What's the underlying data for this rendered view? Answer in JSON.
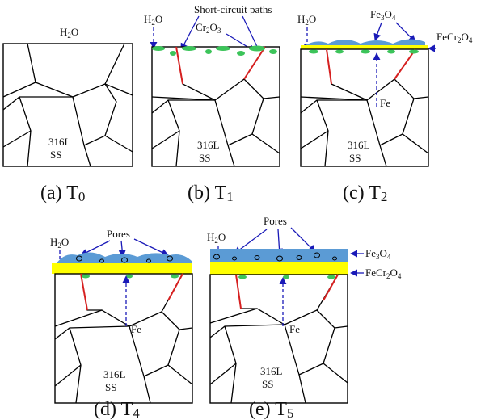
{
  "colors": {
    "chromite_film": "#ffff00",
    "magnetite_layer": "#5b9bd5",
    "cr2o3_nodules": "#3cc45a",
    "short_circuit_path": "#d62020",
    "arrows": "#1a1ab8"
  },
  "panels": [
    {
      "id": "a",
      "letter": "(a)",
      "time": "T",
      "sub": "0",
      "h2o": "H",
      "h2o_sub": "2",
      "h2o_end": "O",
      "steel_1": "316L",
      "steel_2": "SS"
    },
    {
      "id": "b",
      "letter": "(b)",
      "time": "T",
      "sub": "1",
      "h2o": "H",
      "h2o_sub": "2",
      "h2o_end": "O",
      "steel_1": "316L",
      "steel_2": "SS",
      "label_paths": "Short-circuit paths",
      "label_cr": "Cr",
      "label_cr_sub1": "2",
      "label_cr_mid": "O",
      "label_cr_sub2": "3"
    },
    {
      "id": "c",
      "letter": "(c)",
      "time": "T",
      "sub": "2",
      "h2o": "H",
      "h2o_sub": "2",
      "h2o_end": "O",
      "steel_1": "316L",
      "steel_2": "SS",
      "label_fe": "Fe",
      "label_mag": "Fe",
      "label_mag_sub1": "3",
      "label_mag_mid": "O",
      "label_mag_sub2": "4",
      "label_spinel": "FeCr",
      "label_spinel_sub1": "2",
      "label_spinel_mid": "O",
      "label_spinel_sub2": "4"
    },
    {
      "id": "d",
      "letter": "(d)",
      "time": "T",
      "sub": "4",
      "h2o": "H",
      "h2o_sub": "2",
      "h2o_end": "O",
      "steel_1": "316L",
      "steel_2": "SS",
      "label_fe": "Fe",
      "label_pores": "Pores"
    },
    {
      "id": "e",
      "letter": "(e)",
      "time": "T",
      "sub": "5",
      "h2o": "H",
      "h2o_sub": "2",
      "h2o_end": "O",
      "steel_1": "316L",
      "steel_2": "SS",
      "label_fe": "Fe",
      "label_pores": "Pores",
      "label_mag": "Fe",
      "label_mag_sub1": "3",
      "label_mag_mid": "O",
      "label_mag_sub2": "4",
      "label_spinel": "FeCr",
      "label_spinel_sub1": "2",
      "label_spinel_mid": "O",
      "label_spinel_sub2": "4"
    }
  ]
}
